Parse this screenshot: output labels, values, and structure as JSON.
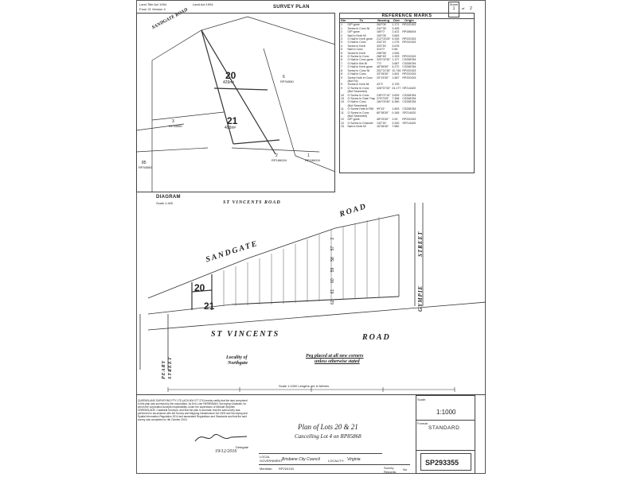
{
  "header": {
    "title_act_1": "Land Title Act 1994",
    "title_act_2": "Land Act 1994",
    "form_number": "Form 21 Version 4",
    "survey_plan": "SURVEY PLAN",
    "sheet_label": "Sheet",
    "sheet_of": "1",
    "sheet_total": "2"
  },
  "reference_marks": {
    "title": "REFERENCE MARKS",
    "columns": [
      "Stn",
      "To",
      "Bearing",
      "Dist",
      "Origin"
    ],
    "rows": [
      [
        "1",
        "O/P gone",
        "263°05'",
        "1.171",
        "RP220153"
      ],
      [
        "1",
        "Screw in Conc Nl",
        "242°35'",
        "3.495",
        ""
      ],
      [
        "2",
        "O/P gone",
        "180°0'",
        "1.422",
        "RP186004"
      ],
      [
        "2",
        "Nail in Kerb Nl",
        "150°05'",
        "3.843",
        ""
      ],
      [
        "3",
        "O Nail in Kerb gone",
        "212°03'25\"",
        "4.926",
        "RP220153"
      ],
      [
        "3",
        "O Nail in Conc",
        "234°15'",
        "1.275",
        "RP220153"
      ],
      [
        "4",
        "Screw in Kerb",
        "333°30'",
        "3.678",
        ""
      ],
      [
        "5",
        "Nail in Conc",
        "314°0'",
        "0.66",
        ""
      ],
      [
        "5",
        "Screw in Kerb",
        "298°56'",
        "1.526",
        ""
      ],
      [
        "6",
        "O Screw in Conc",
        "268°45'",
        "1.329",
        "RP220153"
      ],
      [
        "6",
        "O Nail in Conc gone",
        "320°02'30\"",
        "1.127",
        "CS258784"
      ],
      [
        "7",
        "O Nail in Brk Nl",
        "7°0'",
        "3.687",
        "CS258784"
      ],
      [
        "7",
        "O Nail in Kerb gone",
        "48°56'50\"",
        "4.272",
        "CS258784"
      ],
      [
        "8",
        "Screw in Conc Nl",
        "202°21'35\"",
        "10.745",
        "RP220153"
      ],
      [
        "8",
        "O Nail in Conc",
        "33°06'30\"",
        "1.602",
        "RP220153"
      ],
      [
        "9",
        "Screw Hole in Conc",
        "25°15'30\"",
        "1.587",
        "RP220153"
      ],
      [
        "",
        "(Not Fd)",
        "",
        "",
        ""
      ],
      [
        "9",
        "Screw in Kerb Nl",
        "43°3'",
        "4.725",
        ""
      ],
      [
        "9",
        "O Screw in Conc",
        "326°57'30\"",
        "24.177",
        "SP214420"
      ],
      [
        "",
        "(Not Searched)",
        "",
        "",
        ""
      ],
      [
        "10",
        "O Screw in Conc",
        "235°07'10\"",
        "3.839",
        "CS258784"
      ],
      [
        "10",
        "O Screw in Gate Trap",
        "279°0'25\"",
        "7.368",
        "CS258784"
      ],
      [
        "10",
        "O Nail in Conc",
        "184°03'40\"",
        "6.360",
        "CS258784"
      ],
      [
        "",
        "(Not Searched)",
        "",
        "",
        ""
      ],
      [
        "11",
        "O Screw Hole in RM",
        "99°42'",
        "1.893",
        "CS258784"
      ],
      [
        "11",
        "O Screw in Conc",
        "80°58'30\"",
        "0.165",
        "SP214420"
      ],
      [
        "",
        "(Not Searched)",
        "",
        "",
        ""
      ],
      [
        "12",
        "O/P gone",
        "48°03'30\"",
        "1.09",
        "RP220153"
      ],
      [
        "12",
        "O Screw in Channel",
        "132°30'",
        "3.330",
        "SP214420"
      ],
      [
        "13",
        "Nail in Kerb Nl",
        "16°56'40\"",
        "7.582",
        ""
      ]
    ]
  },
  "diagram": {
    "label": "DIAGRAM",
    "scale": "Scale 1:400",
    "road_top": "SANDGATE ROAD",
    "road_bottom": "ST VINCENTS ROAD",
    "lot_a": "20",
    "lot_a_area": "429m²",
    "lot_b": "21",
    "lot_b_area": "400m²",
    "lot_6": "6",
    "lot_6_plan": "RP34580",
    "lot_3": "3",
    "lot_3_plan": "RP34580",
    "lot_85": "85",
    "lot_85_plan": "RP34580",
    "lot_1": "1",
    "lot_1_plan": "RP186004",
    "lot_2": "2",
    "lot_2_plan": "RP186004"
  },
  "main_plan": {
    "road_sandgate": "SANDGATE",
    "road_road": "ROAD",
    "road_st_vincents": "ST VINCENTS",
    "road_st_vincents_road": "ROAD",
    "street_gympie": "GYMPIE",
    "street_label": "STREET",
    "street_peary": "PEARY",
    "street_peary_2": "STREET",
    "lot_20": "20",
    "lot_21": "21",
    "locality": "Locality of",
    "locality_name": "Northgate",
    "peg_note_1": "Peg placed at all new corners",
    "peg_note_2": "unless otherwise stated",
    "scale_text": "Scale 1:1000   Lengths are in Metres",
    "lot_numbers": [
      "62",
      "61",
      "60",
      "59",
      "58",
      "57",
      "2"
    ]
  },
  "footer": {
    "surveyor_statement": "QUEENSLAND SURVEYING PTY LTD (ACN 604 077 274) hereby certify that the land comprised in this plan was surveyed by the corporation, by Eric Luke HERRMANN, Surveying Graduate, for whom the corporation accepts responsibility, under the supervision of Michael Stephen GREENSLADE, Cadastral Surveyor, and that the plan is accurate, that the said survey was performed in accordance with the Survey and Mapping Infrastructure Act 2003 and Surveying and Spatial Information Regulation 2014 and associated Regulations and Standards and that the said survey was completed on 4th October 2016.",
    "delegate_label": "Delegate",
    "signature_date": "19/12/2016",
    "local_label": "LOCAL",
    "government_label": "GOVERNMENT:",
    "government_value": "Brisbane City Council",
    "locality_label": "LOCALITY:",
    "locality_value": "Virginia",
    "meridian_label": "Meridian:",
    "meridian_value": "RP220153",
    "survey_records_label": "Survey Records:",
    "survey_records_value": "No",
    "plan_title": "Plan of Lots 20 & 21",
    "plan_subtitle": "Cancelling Lot 4 on RP85868",
    "scale_value": "1:1000",
    "format_label": "Format:",
    "format_value": "STANDARD",
    "plan_number": "SP293355"
  }
}
